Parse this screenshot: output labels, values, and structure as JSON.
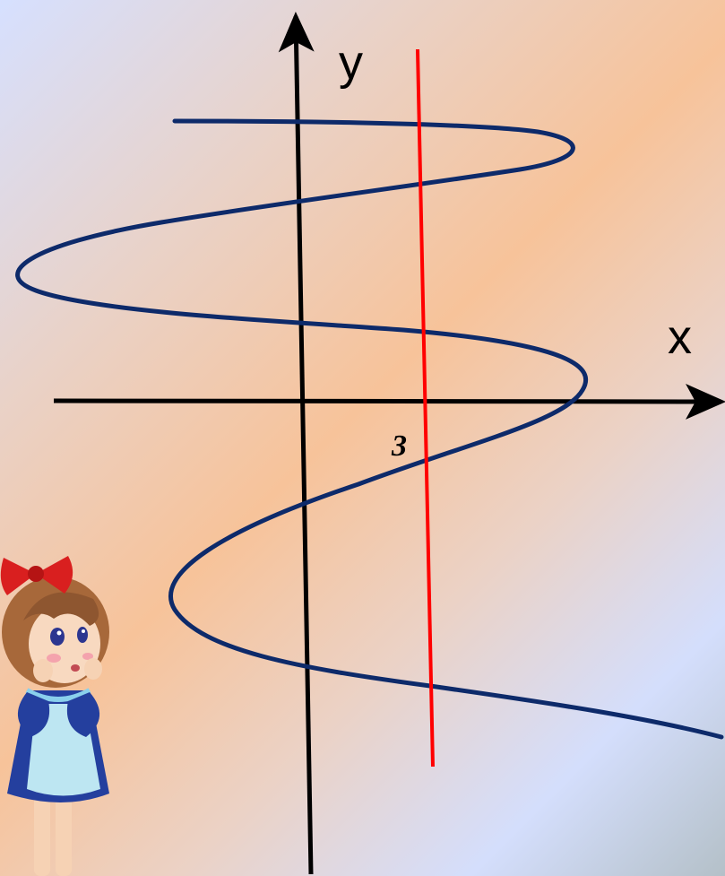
{
  "axes": {
    "x_label": "x",
    "y_label": "y"
  },
  "marks": {
    "tick_label": "3"
  },
  "colors": {
    "axes": "#000000",
    "curve": "#0d2a6a",
    "vertical_line": "#ff0000"
  }
}
